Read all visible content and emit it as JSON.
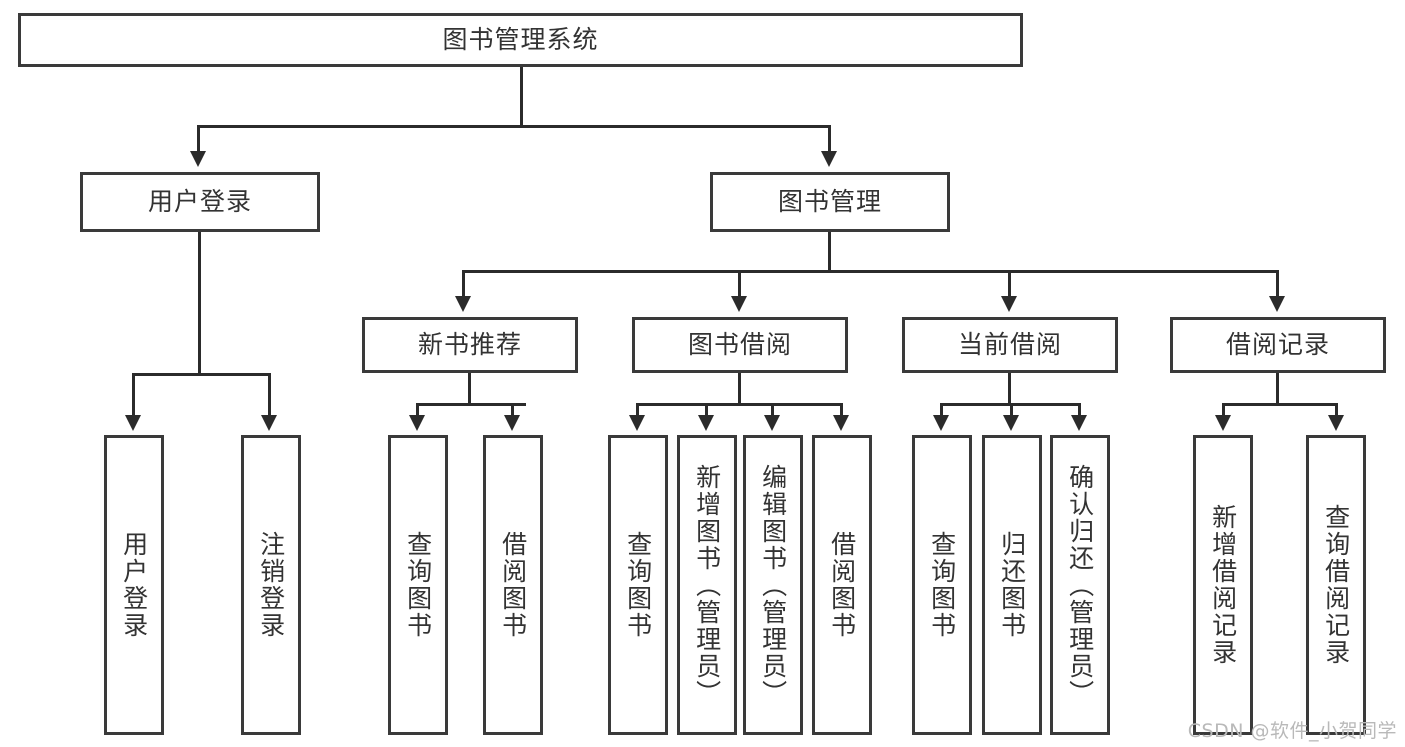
{
  "diagram": {
    "type": "tree",
    "title": "图书管理系统",
    "watermark": "CSDN @软件_小贺同学",
    "colors": {
      "box_border": "#3a3a3a",
      "line": "#2b2b2b",
      "text": "#333333",
      "background": "#ffffff",
      "watermark": "#b9b9b9"
    },
    "root": {
      "label": "图书管理系统"
    },
    "level2": [
      {
        "label": "用户登录"
      },
      {
        "label": "图书管理"
      }
    ],
    "level3": [
      {
        "label": "新书推荐"
      },
      {
        "label": "图书借阅"
      },
      {
        "label": "当前借阅"
      },
      {
        "label": "借阅记录"
      }
    ],
    "leaves": {
      "user_login": [
        {
          "label": "用户登录"
        },
        {
          "label": "注销登录"
        }
      ],
      "new_book_recommend": [
        {
          "label": "查询图书"
        },
        {
          "label": "借阅图书"
        }
      ],
      "book_borrow": [
        {
          "label": "查询图书"
        },
        {
          "label": "新增图书（管理员）"
        },
        {
          "label": "编辑图书（管理员）"
        },
        {
          "label": "借阅图书"
        }
      ],
      "current_borrow": [
        {
          "label": "查询图书"
        },
        {
          "label": "归还图书"
        },
        {
          "label": "确认归还（管理员）"
        }
      ],
      "borrow_record": [
        {
          "label": "新增借阅记录"
        },
        {
          "label": "查询借阅记录"
        }
      ]
    }
  }
}
